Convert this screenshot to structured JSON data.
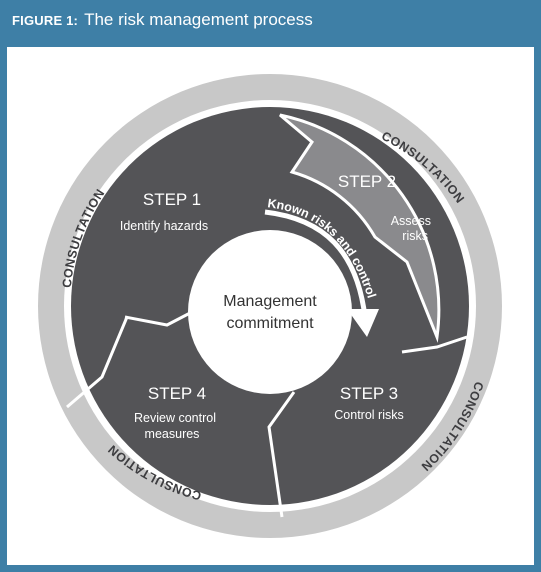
{
  "header": {
    "label": "FIGURE 1:",
    "title": "The risk management process"
  },
  "ring": {
    "consultation_labels": [
      "CONSULTATION",
      "CONSULTATION",
      "CONSULTATION",
      "CONSULTATION"
    ]
  },
  "steps": [
    {
      "title": "STEP 1",
      "lines": [
        "Identify hazards"
      ]
    },
    {
      "title": "STEP 2",
      "lines": [
        "Assess",
        "risks"
      ]
    },
    {
      "title": "STEP 3",
      "lines": [
        "Control risks"
      ]
    },
    {
      "title": "STEP 4",
      "lines": [
        "Review control",
        "measures"
      ]
    }
  ],
  "center": {
    "lines": [
      "Management",
      "commitment"
    ]
  },
  "arrow": {
    "label": "Known risks and control"
  },
  "colors": {
    "frame": "#3e7fa6",
    "ring": "#c8c8c8",
    "dark_step": "#545457",
    "light_step": "#8a8a8d",
    "text_dark": "#3d3d40"
  }
}
